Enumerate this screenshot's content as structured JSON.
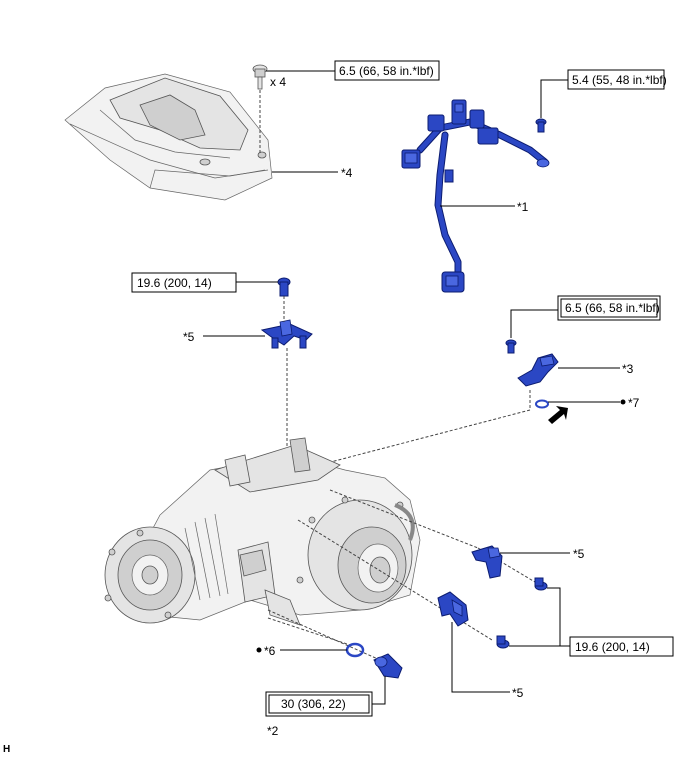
{
  "torques": {
    "cover_bolt": "6.5 (66, 58 in.*lbf)",
    "harness_bolt": "5.4 (55, 48 in.*lbf)",
    "top_bracket_bolt": "19.6 (200, 14)",
    "sensor_bolt": "6.5 (66, 58 in.*lbf)",
    "side_bracket_bolt": "19.6 (200, 14)",
    "plug": "30 (306, 22)"
  },
  "callouts": {
    "quantity": "x 4",
    "c1": "*1",
    "c2": "*2",
    "c3": "*3",
    "c4": "*4",
    "c5_top": "*5",
    "c5_right": "*5",
    "c5_bottom": "*5",
    "c6": "*6",
    "c7": "*7"
  },
  "symbols": {
    "dot": "●",
    "arrow": "pointer-arrow-icon"
  },
  "corner_code": "H",
  "colors": {
    "part_blue": "#2b47c4",
    "housing_grey": "#e4e4e4"
  }
}
